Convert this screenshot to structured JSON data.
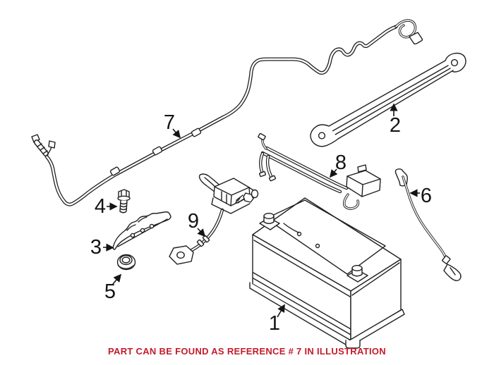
{
  "figure": {
    "type": "parts-illustration",
    "caption": {
      "text": "PART CAN BE FOUND AS REFERENCE # 7 IN ILLUSTRATION",
      "color": "#C41B2A"
    },
    "highlighted_reference": "7",
    "callouts": [
      {
        "ref": "1"
      },
      {
        "ref": "2"
      },
      {
        "ref": "3"
      },
      {
        "ref": "4"
      },
      {
        "ref": "5"
      },
      {
        "ref": "6"
      },
      {
        "ref": "7"
      },
      {
        "ref": "8"
      },
      {
        "ref": "9"
      }
    ],
    "colors": {
      "background": "#ffffff",
      "line_art": "#202020",
      "caption_red": "#C41B2A",
      "callout_text": "#141414"
    }
  }
}
